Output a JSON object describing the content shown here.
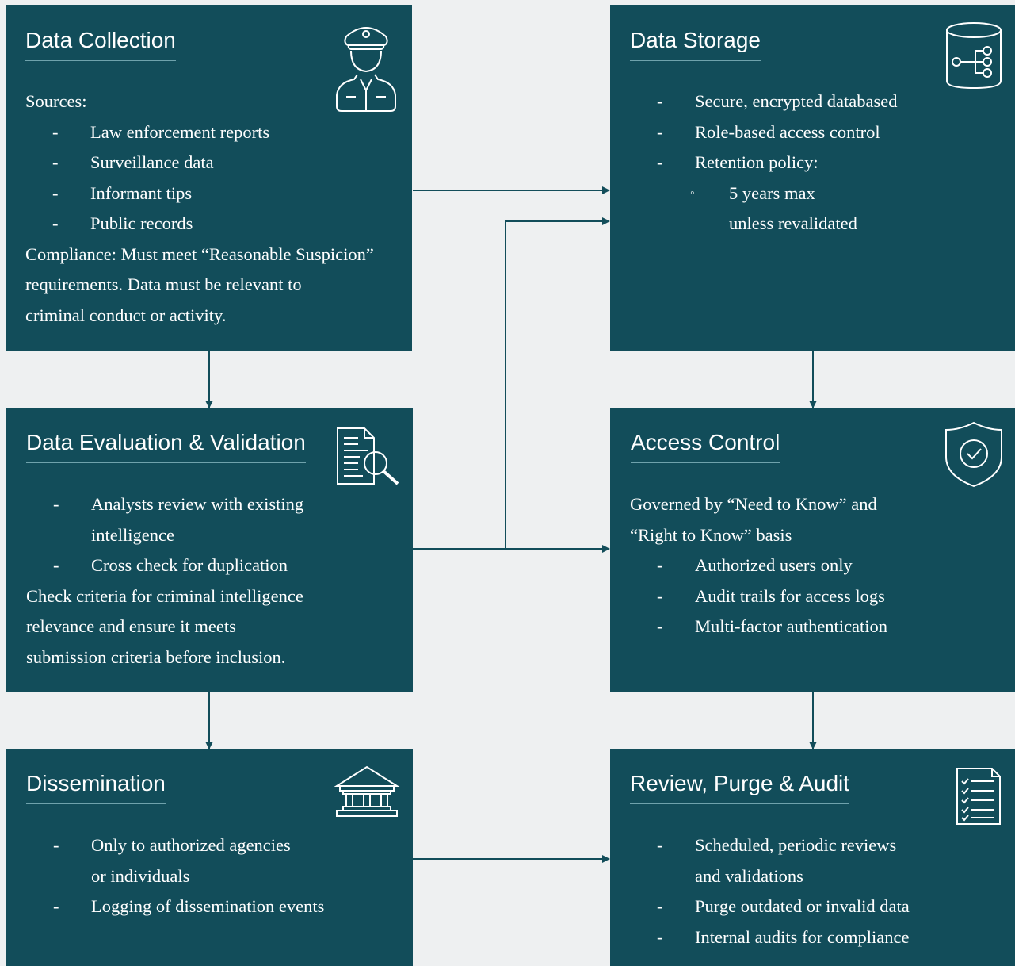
{
  "collection": {
    "title": "Data Collection",
    "icon": "police-officer-icon",
    "sources_label": "Sources:",
    "sources": [
      "Law enforcement reports",
      "Surveillance data",
      "Informant tips",
      "Public records"
    ],
    "compliance_lines": [
      "Compliance: Must meet “Reasonable Suspicion”",
      "requirements. Data must be relevant to",
      "criminal conduct or activity."
    ]
  },
  "storage": {
    "title": "Data Storage",
    "icon": "database-network-icon",
    "items": [
      "Secure, encrypted databased",
      "Role-based access control",
      "Retention policy:"
    ],
    "sub_item": [
      "5 years max",
      "unless revalidated"
    ]
  },
  "evaluation": {
    "title": "Data Evaluation & Validation",
    "icon": "document-search-icon",
    "items": [
      [
        "Analysts review with existing",
        "intelligence"
      ],
      [
        "Cross check for duplication"
      ]
    ],
    "text_lines": [
      "Check criteria for criminal intelligence",
      "relevance and ensure it meets",
      "submission criteria before inclusion."
    ]
  },
  "access": {
    "title": "Access Control",
    "icon": "shield-check-icon",
    "intro_lines": [
      "Governed by “Need to Know” and",
      "“Right to Know” basis"
    ],
    "items": [
      "Authorized users only",
      "Audit trails for access logs",
      "Multi-factor authentication"
    ]
  },
  "dissemination": {
    "title": "Dissemination",
    "icon": "government-building-icon",
    "items": [
      [
        "Only to authorized agencies",
        "or individuals"
      ],
      [
        "Logging of dissemination events"
      ]
    ]
  },
  "review": {
    "title": "Review, Purge & Audit",
    "icon": "checklist-icon",
    "items": [
      [
        "Scheduled, periodic reviews",
        "and validations"
      ],
      [
        "Purge outdated or invalid data"
      ],
      [
        "Internal audits for compliance"
      ]
    ]
  },
  "bullet_dash": "-",
  "bullet_circle": "◦",
  "colors": {
    "panel": "#124d5a",
    "background": "#eef0f1",
    "connector": "#124d5a",
    "title_rule": "#6fa2ac",
    "text": "#ffffff"
  }
}
